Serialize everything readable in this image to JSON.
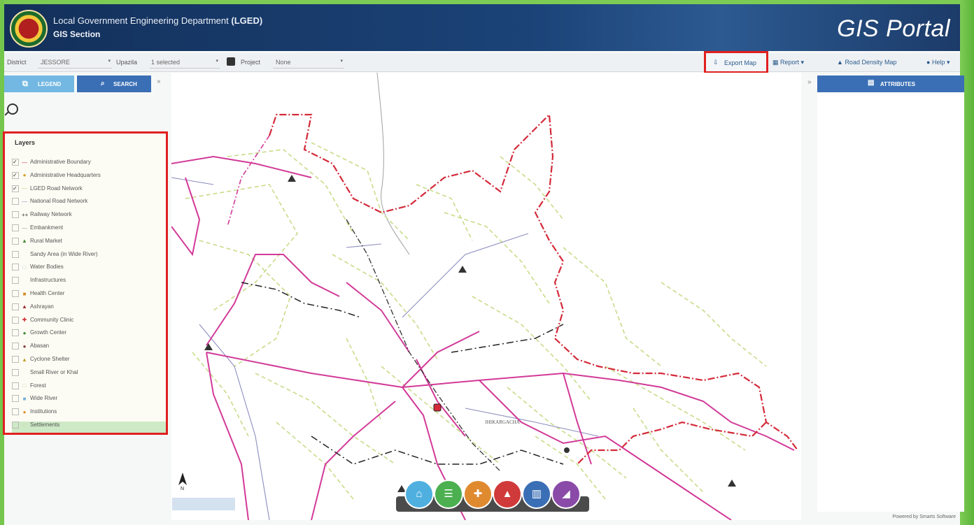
{
  "header": {
    "org_name": "Local Government Engineering Department",
    "org_abbr": "(LGED)",
    "section": "GIS Section",
    "portal_title": "GIS Portal"
  },
  "toolbar": {
    "district_label": "District",
    "district_value": "JESSORE",
    "upazila_label": "Upazila",
    "upazila_value": "1 selected",
    "project_label": "Project",
    "project_value": "None",
    "export_map": "Export Map",
    "report": "Report",
    "road_density": "Road Density Map",
    "help": "Help"
  },
  "left_panel": {
    "tab_legend": "LEGEND",
    "tab_search": "SEARCH",
    "layers_title": "Layers",
    "layers": [
      {
        "label": "Administrative Boundary",
        "checked": true,
        "symbol": "line",
        "color": "#c43a7a"
      },
      {
        "label": "Administrative Headquarters",
        "checked": true,
        "symbol": "dot",
        "color": "#d4a020"
      },
      {
        "label": "LGED Road Network",
        "checked": true,
        "symbol": "line",
        "color": "#b7d27a"
      },
      {
        "label": "National Road Network",
        "checked": false,
        "symbol": "line",
        "color": "#8888cc"
      },
      {
        "label": "Railway Network",
        "checked": false,
        "symbol": "rail",
        "color": "#333333"
      },
      {
        "label": "Embankment",
        "checked": false,
        "symbol": "line",
        "color": "#999999"
      },
      {
        "label": "Rural Market",
        "checked": false,
        "symbol": "triangle",
        "color": "#4a8a3a"
      },
      {
        "label": "Sandy Area (in Wide River)",
        "checked": false,
        "symbol": "",
        "color": "#cccccc"
      },
      {
        "label": "Water Bodies",
        "checked": false,
        "symbol": "box",
        "color": "#a9cfe8"
      },
      {
        "label": "Infrastructures",
        "checked": false,
        "symbol": "",
        "color": "#cccccc"
      },
      {
        "label": "Health Center",
        "checked": false,
        "symbol": "square",
        "color": "#d88a2a"
      },
      {
        "label": "Ashrayan",
        "checked": false,
        "symbol": "triangle",
        "color": "#a03030"
      },
      {
        "label": "Community Clinic",
        "checked": false,
        "symbol": "plus",
        "color": "#d03030"
      },
      {
        "label": "Growth Center",
        "checked": false,
        "symbol": "circle",
        "color": "#3a8a3a"
      },
      {
        "label": "Abasan",
        "checked": false,
        "symbol": "circle",
        "color": "#8a3a3a"
      },
      {
        "label": "Cyclone Shelter",
        "checked": false,
        "symbol": "triangle",
        "color": "#c0a030"
      },
      {
        "label": "Small River or Khal",
        "checked": false,
        "symbol": "",
        "color": "#a9cfe8"
      },
      {
        "label": "Forest",
        "checked": false,
        "symbol": "box",
        "color": "#b8d8a0"
      },
      {
        "label": "Wide River",
        "checked": false,
        "symbol": "square",
        "color": "#7ab0d8"
      },
      {
        "label": "Institutions",
        "checked": false,
        "symbol": "circle",
        "color": "#e09030"
      },
      {
        "label": "Settlements",
        "checked": false,
        "symbol": "box",
        "color": "#d8c8a0"
      }
    ]
  },
  "right_panel": {
    "tab_attributes": "ATTRIBUTES"
  },
  "map": {
    "town_label": "JHIKARGACHA"
  },
  "bottom_tools": [
    {
      "name": "school-icon",
      "glyph": "⌂",
      "color": "#4fb0e0"
    },
    {
      "name": "filter-icon",
      "glyph": "☰",
      "color": "#4cb050"
    },
    {
      "name": "health-icon",
      "glyph": "✚",
      "color": "#e08a30"
    },
    {
      "name": "market-icon",
      "glyph": "▲",
      "color": "#d03a3a"
    },
    {
      "name": "road-icon",
      "glyph": "▥",
      "color": "#3a6fb5"
    },
    {
      "name": "bridge-icon",
      "glyph": "◢",
      "color": "#8a4aa8"
    }
  ],
  "footer": {
    "powered": "Powered by Smarts Software"
  },
  "colors": {
    "header_bg": "#1b4378",
    "highlight": "#e02020",
    "admin_boundary": "#d42a3a",
    "road_pink": "#d23a98",
    "road_green": "#c8dc8a"
  }
}
